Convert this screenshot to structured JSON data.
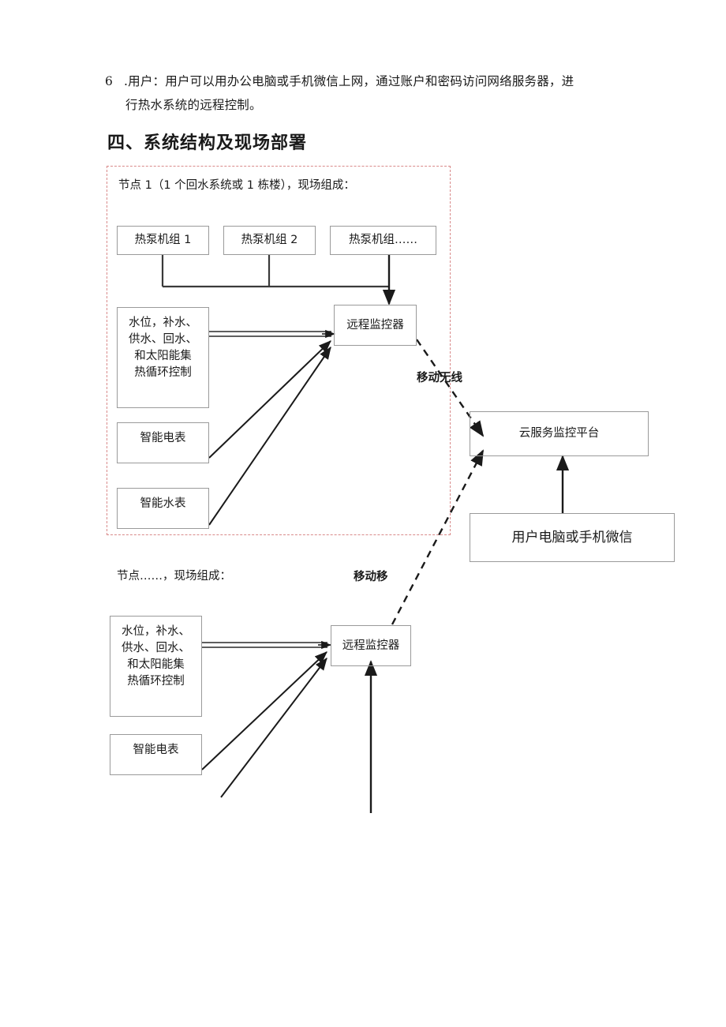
{
  "document": {
    "paragraph": {
      "number": "6",
      "line1": ".用户：用户可以用办公电脑或手机微信上网，通过账户和密码访问网络服务器，进",
      "line2": "行热水系统的远程控制。"
    },
    "heading": "四、系统结构及现场部署"
  },
  "diagram": {
    "node1": {
      "caption": "节点 1（1 个回水系统或 1 栋楼），现场组成：",
      "heat_pumps": [
        "热泵机组 1",
        "热泵机组 2",
        "热泵机组……"
      ],
      "sensor_box": {
        "line1": "水位，补水、",
        "line2": "供水、回水、",
        "line3": "和太阳能集",
        "line4": "热循环控制"
      },
      "electric_meter": "智能电表",
      "water_meter": "智能水表",
      "monitor": "远程监控器",
      "wireless_label": "移动无线"
    },
    "node_n": {
      "caption": "节点……，现场组成：",
      "wireless_label": "移动移",
      "sensor_box": {
        "line1": "水位，补水、",
        "line2": "供水、回水、",
        "line3": "和太阳能集",
        "line4": "热循环控制"
      },
      "electric_meter": "智能电表",
      "monitor": "远程监控器"
    },
    "cloud_platform": "云服务监控平台",
    "user_terminal": "用户电脑或手机微信",
    "colors": {
      "region_border": "#d98a8a",
      "box_border": "#9a9a9a",
      "line": "#1a1a1a",
      "text": "#1a1a1a"
    }
  }
}
